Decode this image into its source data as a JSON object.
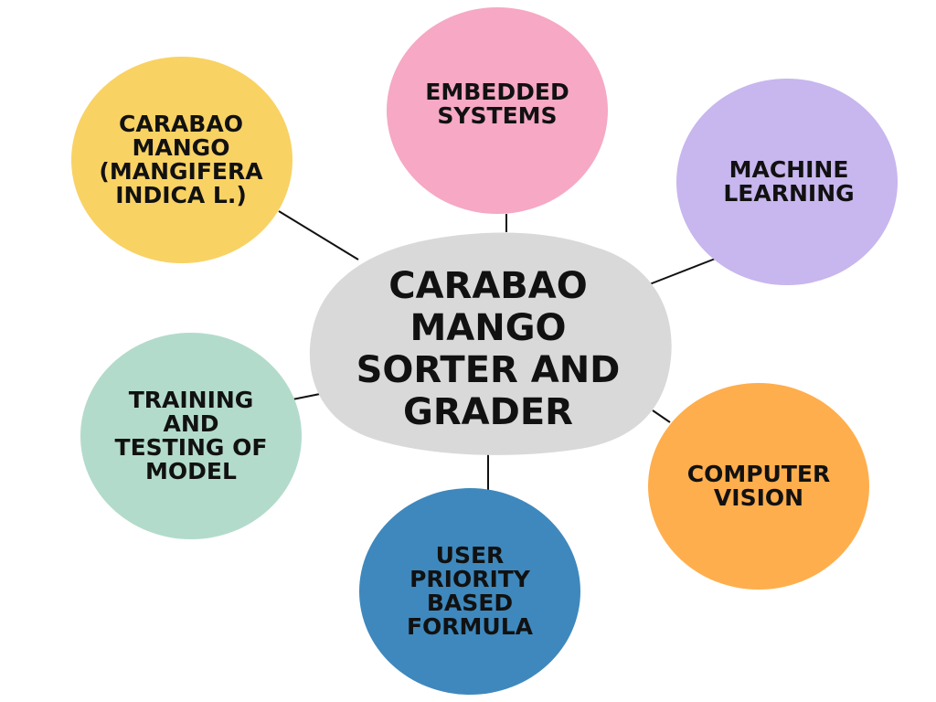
{
  "center": {
    "lines": [
      "CARABAO",
      "MANGO",
      "SORTER AND",
      "GRADER"
    ],
    "color": "#d9d9d9"
  },
  "nodes": [
    {
      "id": "embedded",
      "lines": [
        "EMBEDDED",
        "SYSTEMS"
      ],
      "color": "#f6a8c5"
    },
    {
      "id": "ml",
      "lines": [
        "MACHINE",
        "LEARNING"
      ],
      "color": "#c8b6ee"
    },
    {
      "id": "carabao",
      "lines": [
        "CARABAO",
        "MANGO",
        "(MANGIFERA",
        "INDICA L.)"
      ],
      "color": "#f9d264"
    },
    {
      "id": "training",
      "lines": [
        "TRAINING",
        "AND",
        "TESTING OF",
        "MODEL"
      ],
      "color": "#b3dbcb"
    },
    {
      "id": "cv",
      "lines": [
        "COMPUTER",
        "VISION"
      ],
      "color": "#ffae4d"
    },
    {
      "id": "user",
      "lines": [
        "USER",
        "PRIORITY",
        "BASED",
        "FORMULA"
      ],
      "color": "#3e88bd"
    }
  ],
  "connector_color": "#111111"
}
